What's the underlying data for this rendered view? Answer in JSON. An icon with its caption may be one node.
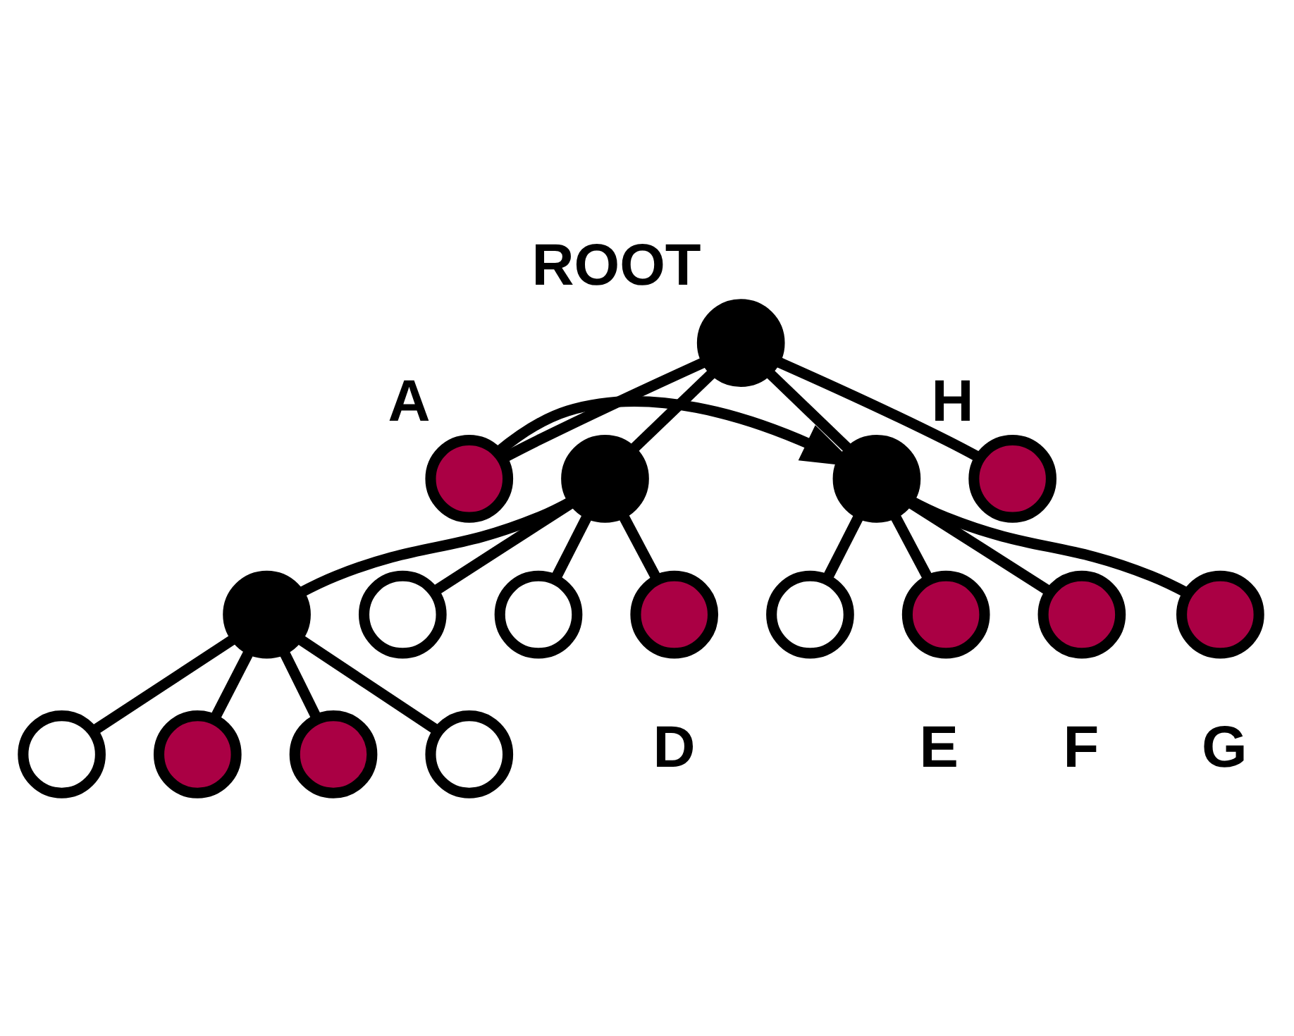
{
  "diagram": {
    "nodes": [
      {
        "text": [],
        "shape": "circle",
        "beside": [
          "ROOT"
        ]
      },
      {
        "text": [],
        "shape": "circle",
        "beside": [
          "A"
        ]
      },
      {
        "text": [],
        "shape": "circle"
      },
      {
        "text": [],
        "shape": "circle"
      },
      {
        "text": [],
        "shape": "circle",
        "beside": [
          "H"
        ]
      },
      {
        "text": [],
        "shape": "circle"
      },
      {
        "text": [],
        "shape": "circle"
      },
      {
        "text": [],
        "shape": "circle"
      },
      {
        "text": [],
        "shape": "circle",
        "beside": [
          "D"
        ]
      },
      {
        "text": [],
        "shape": "circle"
      },
      {
        "text": [],
        "shape": "circle",
        "beside": [
          "E"
        ]
      },
      {
        "text": [],
        "shape": "circle",
        "beside": [
          "F"
        ]
      },
      {
        "text": [],
        "shape": "circle",
        "beside": [
          "G"
        ]
      },
      {
        "text": [],
        "shape": "circle"
      },
      {
        "text": [],
        "shape": "circle"
      },
      {
        "text": [],
        "shape": "circle"
      },
      {
        "text": [],
        "shape": "circle"
      }
    ],
    "edges": [
      {
        "from": 0,
        "to": 1,
        "arrow": "none"
      },
      {
        "from": 0,
        "to": 2,
        "arrow": "none"
      },
      {
        "from": 0,
        "to": 3,
        "arrow": "none"
      },
      {
        "from": 0,
        "to": 4,
        "arrow": "none"
      },
      {
        "from": 2,
        "to": 5,
        "arrow": "none"
      },
      {
        "from": 2,
        "to": 6,
        "arrow": "none"
      },
      {
        "from": 2,
        "to": 7,
        "arrow": "none"
      },
      {
        "from": 2,
        "to": 8,
        "arrow": "none"
      },
      {
        "from": 3,
        "to": 9,
        "arrow": "none"
      },
      {
        "from": 3,
        "to": 10,
        "arrow": "none"
      },
      {
        "from": 3,
        "to": 11,
        "arrow": "none"
      },
      {
        "from": 3,
        "to": 12,
        "arrow": "none"
      },
      {
        "from": 5,
        "to": 13,
        "arrow": "none"
      },
      {
        "from": 5,
        "to": 14,
        "arrow": "none"
      },
      {
        "from": 5,
        "to": 15,
        "arrow": "none"
      },
      {
        "from": 5,
        "to": 16,
        "arrow": "none"
      },
      {
        "from": 1,
        "to": 3,
        "arrow": "to"
      }
    ]
  }
}
